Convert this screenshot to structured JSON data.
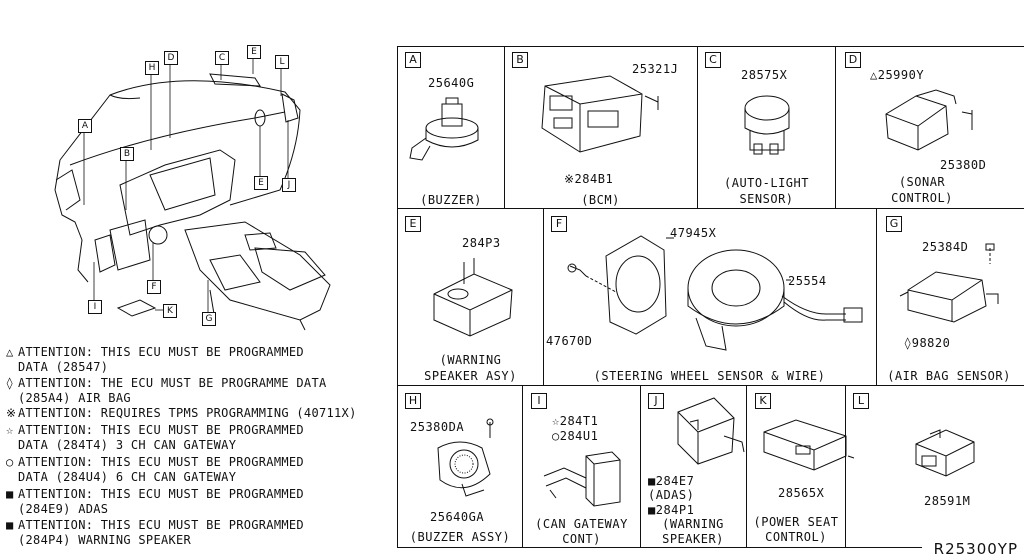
{
  "overview": {
    "callouts": [
      "H",
      "D",
      "C",
      "E",
      "L",
      "A",
      "B",
      "E",
      "J",
      "F",
      "K",
      "G",
      "I"
    ]
  },
  "notes": [
    {
      "symbol": "△",
      "lines": [
        "ATTENTION: THIS ECU MUST BE PROGRAMMED",
        "DATA (28547)"
      ]
    },
    {
      "symbol": "◊",
      "lines": [
        "ATTENTION: THE ECU MUST BE PROGRAMME DATA",
        "(285A4) AIR BAG"
      ]
    },
    {
      "symbol": "※",
      "lines": [
        "ATTENTION: REQUIRES TPMS PROGRAMMING (40711X)"
      ]
    },
    {
      "symbol": "☆",
      "lines": [
        "ATTENTION: THIS ECU MUST BE PROGRAMMED",
        "DATA (284T4) 3 CH CAN GATEWAY"
      ]
    },
    {
      "symbol": "○",
      "lines": [
        "ATTENTION: THIS ECU MUST BE PROGRAMMED",
        "DATA (284U4) 6 CH CAN GATEWAY"
      ]
    },
    {
      "symbol": "■",
      "lines": [
        "ATTENTION: THIS ECU MUST BE PROGRAMMED",
        "(284E9) ADAS"
      ]
    },
    {
      "symbol": "■",
      "lines": [
        "ATTENTION: THIS ECU MUST BE PROGRAMMED",
        "(284P4) WARNING SPEAKER"
      ]
    }
  ],
  "cells": {
    "A": {
      "tag": "A",
      "parts": [
        "25640G"
      ],
      "caption": [
        "(BUZZER)"
      ]
    },
    "B": {
      "tag": "B",
      "parts": [
        "25321J",
        "※284B1"
      ],
      "caption": [
        "(BCM)"
      ]
    },
    "C": {
      "tag": "C",
      "parts": [
        "28575X"
      ],
      "caption": [
        "(AUTO-LIGHT",
        "SENSOR)"
      ]
    },
    "D": {
      "tag": "D",
      "parts": [
        "△25990Y",
        "25380D"
      ],
      "caption": [
        "(SONAR",
        "CONTROL)"
      ]
    },
    "E": {
      "tag": "E",
      "parts": [
        "284P3"
      ],
      "caption": [
        "(WARNING",
        "SPEAKER ASY)"
      ]
    },
    "F": {
      "tag": "F",
      "parts": [
        "47945X",
        "25554",
        "47670D"
      ],
      "caption": [
        "(STEERING WHEEL SENSOR & WIRE)"
      ]
    },
    "G": {
      "tag": "G",
      "parts": [
        "25384D",
        "◊98820"
      ],
      "caption": [
        "(AIR BAG SENSOR)"
      ]
    },
    "H": {
      "tag": "H",
      "parts": [
        "25380DA",
        "25640GA"
      ],
      "caption": [
        "(BUZZER ASSY)"
      ]
    },
    "I": {
      "tag": "I",
      "parts": [
        "☆284T1",
        "○284U1"
      ],
      "caption": [
        "(CAN GATEWAY",
        "CONT)"
      ]
    },
    "J": {
      "tag": "J",
      "parts": [
        "■284E7",
        "(ADAS)",
        "■284P1"
      ],
      "caption": [
        "(WARNING",
        "SPEAKER)"
      ]
    },
    "K": {
      "tag": "K",
      "parts": [
        "28565X"
      ],
      "caption": [
        "(POWER SEAT",
        "CONTROL)"
      ]
    },
    "L": {
      "tag": "L",
      "parts": [
        "28591M"
      ],
      "caption": []
    }
  },
  "reference": "R25300YP"
}
